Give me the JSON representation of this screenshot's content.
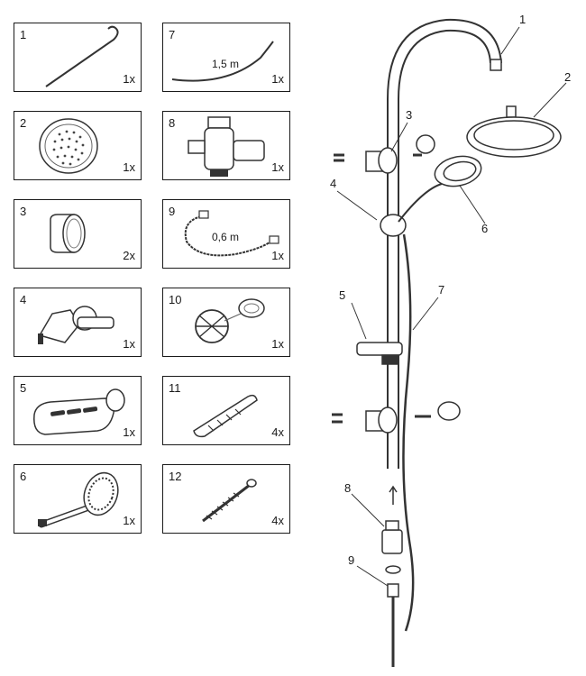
{
  "parts": [
    {
      "num": "1",
      "qty": "1x"
    },
    {
      "num": "2",
      "qty": "1x"
    },
    {
      "num": "3",
      "qty": "2x"
    },
    {
      "num": "4",
      "qty": "1x"
    },
    {
      "num": "5",
      "qty": "1x"
    },
    {
      "num": "6",
      "qty": "1x"
    },
    {
      "num": "7",
      "qty": "1x",
      "label": "1,5 m"
    },
    {
      "num": "8",
      "qty": "1x"
    },
    {
      "num": "9",
      "qty": "1x",
      "label": "0,6 m"
    },
    {
      "num": "10",
      "qty": "1x"
    },
    {
      "num": "11",
      "qty": "4x"
    },
    {
      "num": "12",
      "qty": "4x"
    }
  ],
  "callouts": [
    "1",
    "2",
    "3",
    "4",
    "5",
    "6",
    "7",
    "8",
    "9"
  ]
}
